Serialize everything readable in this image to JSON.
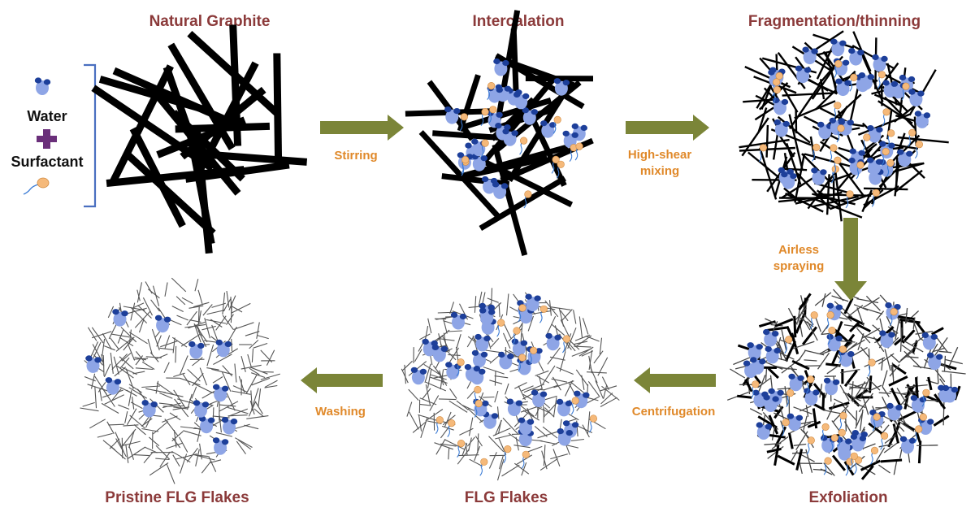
{
  "stages": {
    "natural_graphite": "Natural Graphite",
    "intercalation": "Intercalation",
    "fragmentation": "Fragmentation/thinning",
    "exfoliation": "Exfoliation",
    "flg_flakes": "FLG Flakes",
    "pristine_flg_flakes": "Pristine FLG Flakes"
  },
  "steps": {
    "stirring": "Stirring",
    "high_shear_1": "High-shear",
    "high_shear_2": "mixing",
    "airless_1": "Airless",
    "airless_2": "spraying",
    "centrifugation": "Centrifugation",
    "washing": "Washing"
  },
  "legend": {
    "water": "Water",
    "surfactant": "Surfactant"
  },
  "colors": {
    "title": "#8b3a3a",
    "step_label": "#e0892a",
    "arrow": "#7b8538",
    "bracket": "#4a6fc0",
    "plus": "#6a2f7a",
    "water_light": "#8ea5e6",
    "water_dark": "#1d3f9a",
    "surfactant_head": "#f5b97a",
    "surfactant_tail": "#3a7bd5",
    "graphite": "#000000"
  }
}
